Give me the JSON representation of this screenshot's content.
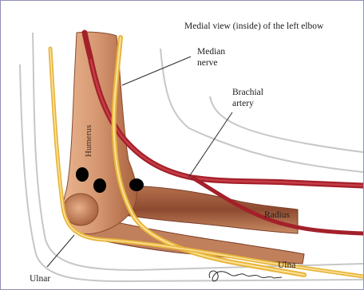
{
  "title": "Medial view (inside) of the left elbow",
  "labels": {
    "median_nerve_line1": "Median",
    "median_nerve_line2": "nerve",
    "brachial_artery_line1": "Brachial",
    "brachial_artery_line2": "artery",
    "humerus": "Humerus",
    "radius": "Radius",
    "ulna": "Ulna",
    "ulnar": "Ulnar"
  },
  "signature": "Jon Dedge",
  "colors": {
    "frame_border": "#8f8fb8",
    "bone": "#c9896a",
    "artery": "#a3202a",
    "nerve": "#f0c24a",
    "injection_marks": "#000000",
    "skin_outline": "#c7c7c7"
  }
}
